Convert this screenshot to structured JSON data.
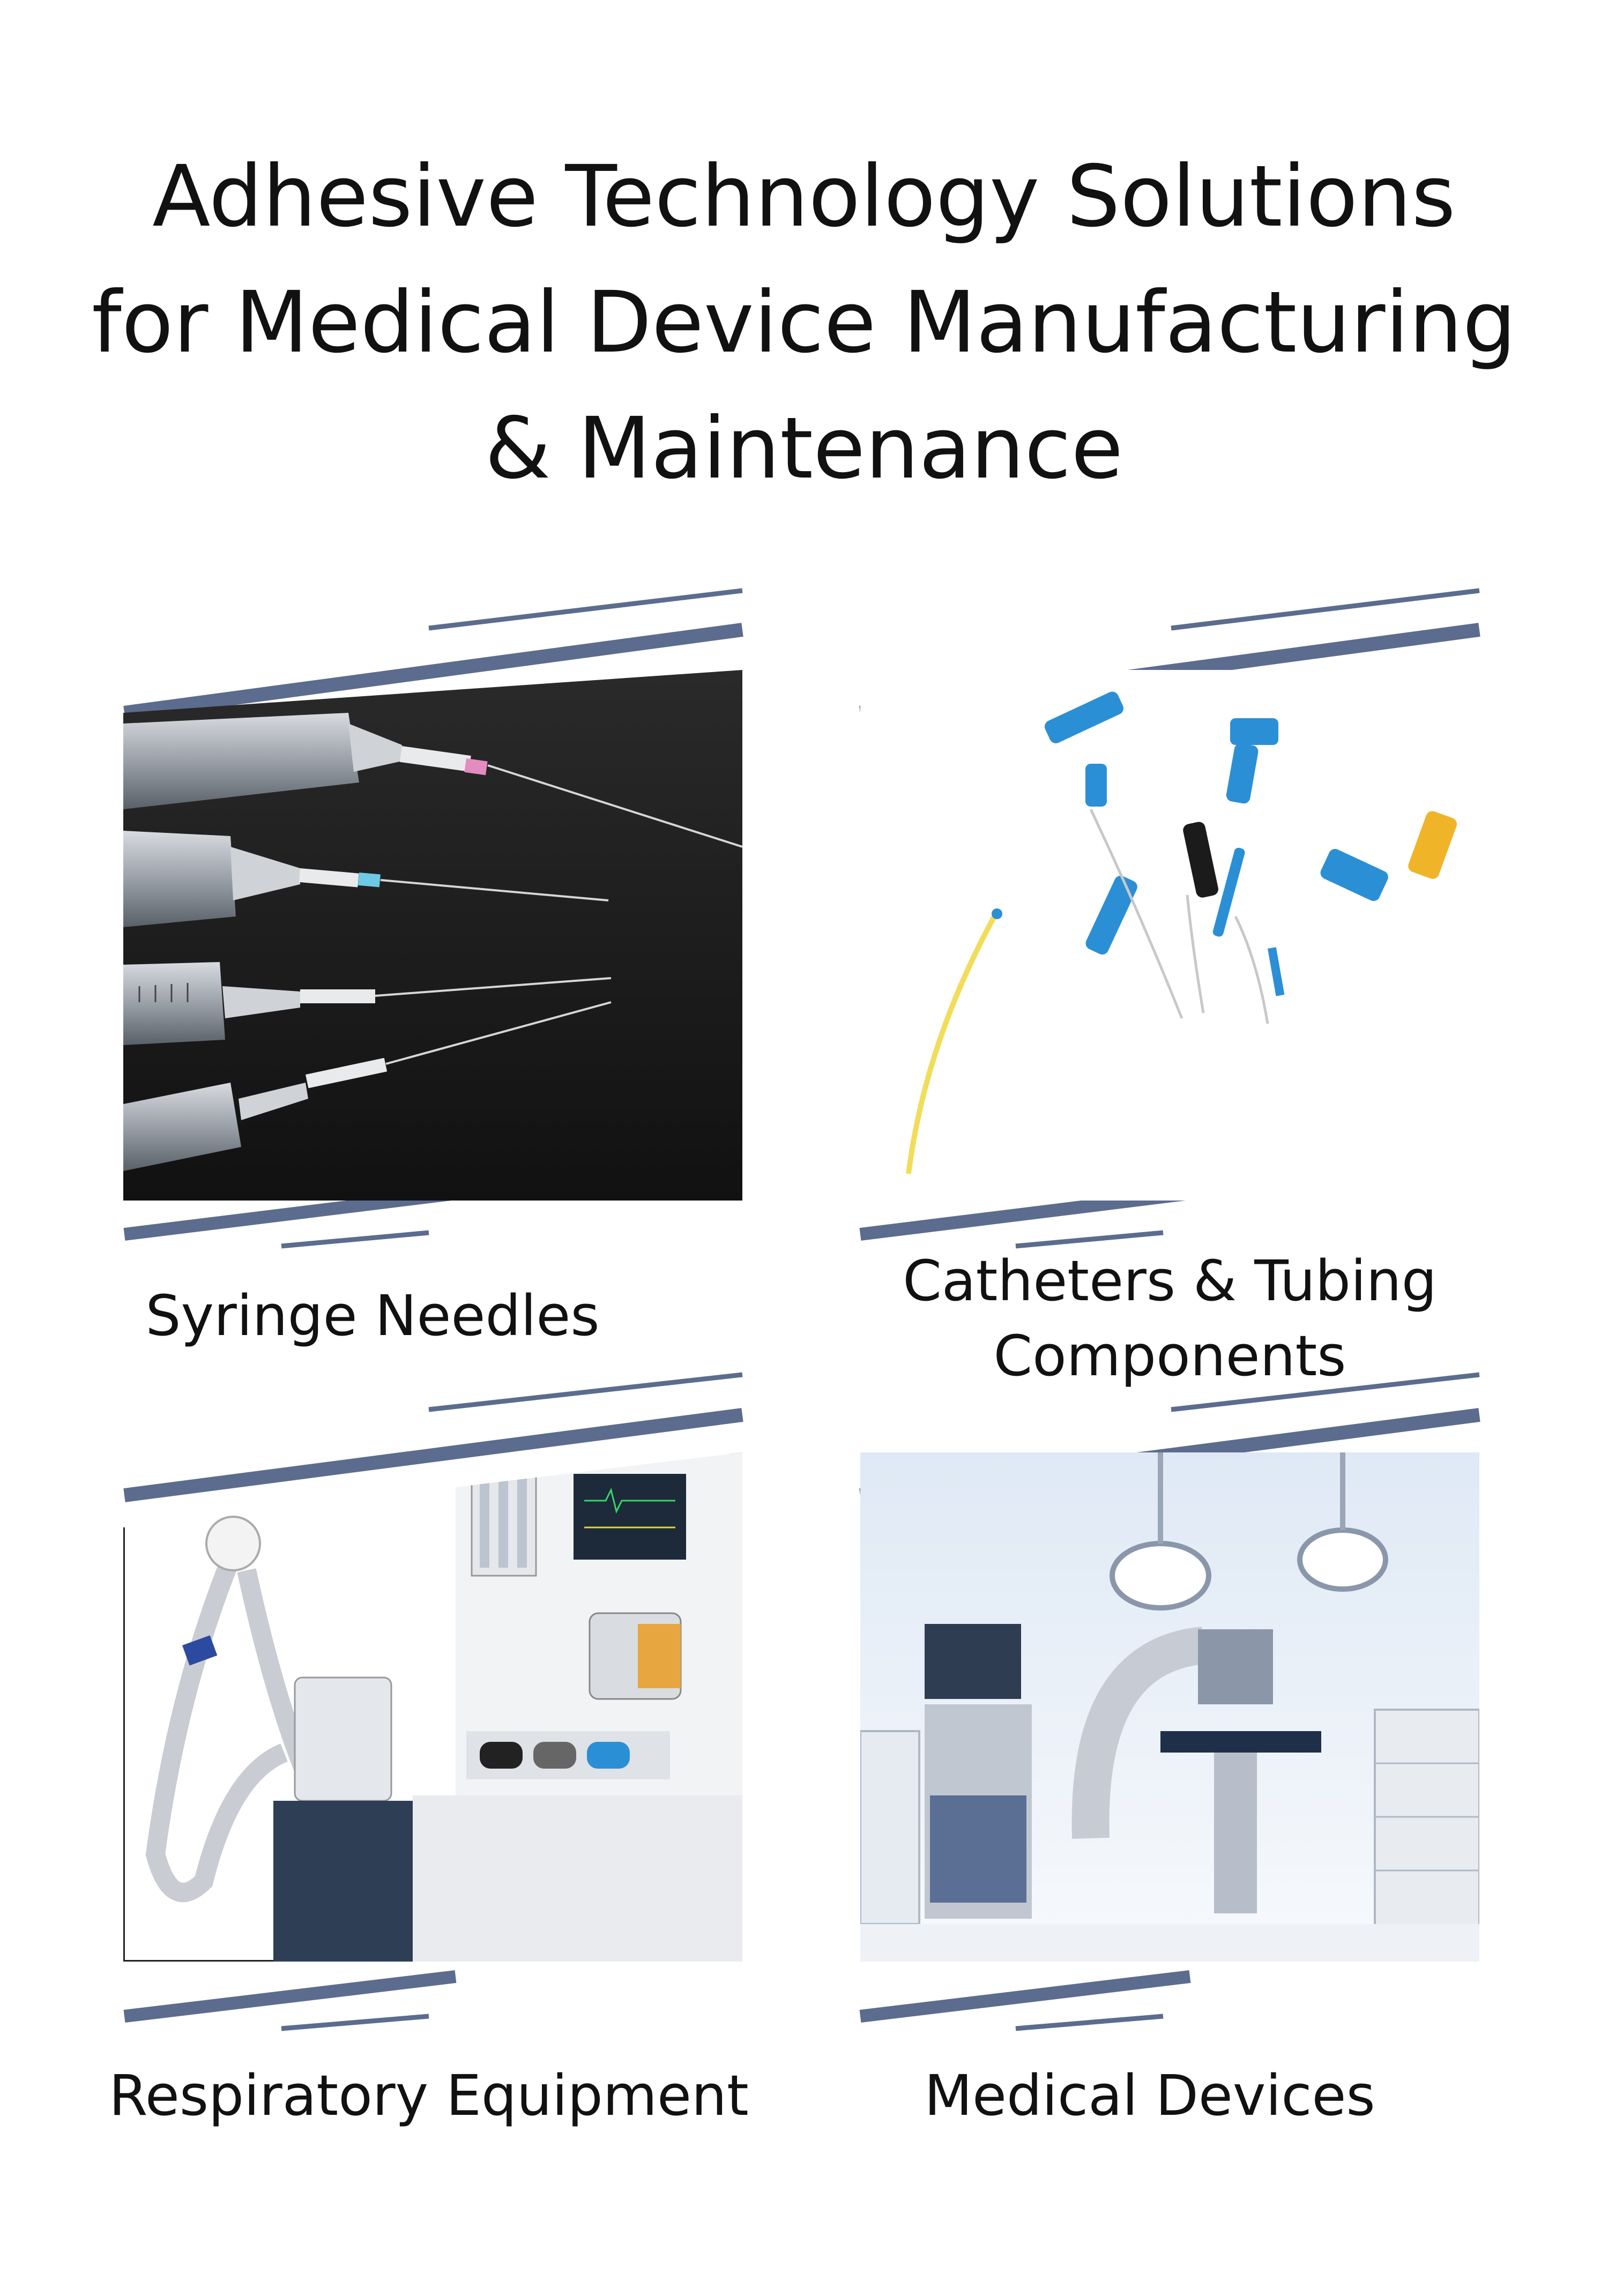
{
  "title": {
    "line1": "Adhesive Technology Solutions",
    "line2": "for Medical Device Manufacturing",
    "line3": "& Maintenance"
  },
  "colors": {
    "stripe": "#5c6c8e",
    "stripe_light": "#8c99b3",
    "accent_blue": "#2b8fd6"
  },
  "panels": [
    {
      "id": "syringe",
      "caption": [
        "Syringe Needles"
      ],
      "icon": "syringe-needles-photo"
    },
    {
      "id": "catheter",
      "caption": [
        "Catheters & Tubing",
        "Components"
      ],
      "icon": "catheter-tubing-photo"
    },
    {
      "id": "respiratory",
      "caption": [
        "Respiratory Equipment"
      ],
      "icon": "anesthesia-machine-photo"
    },
    {
      "id": "devices",
      "caption": [
        "Medical Devices"
      ],
      "icon": "operating-room-photo"
    }
  ]
}
